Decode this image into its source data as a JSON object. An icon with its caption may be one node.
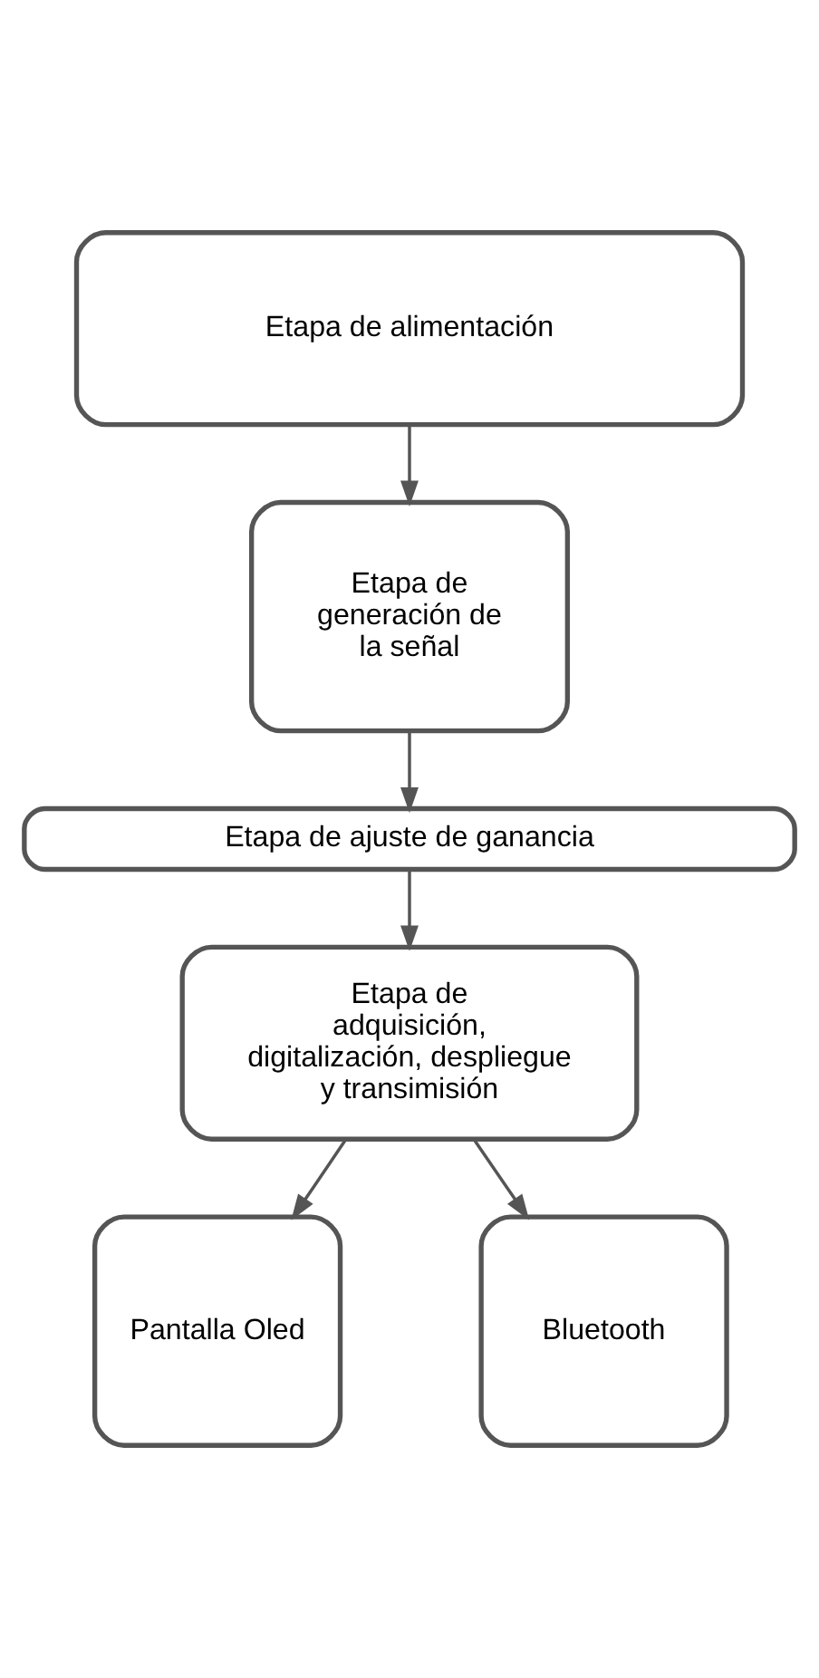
{
  "diagram": {
    "nodes": [
      {
        "text": [
          "Etapa de alimentación"
        ]
      },
      {
        "text": [
          "Etapa de generación de la señal"
        ]
      },
      {
        "text": [
          "Etapa de ajuste de ganancia"
        ]
      },
      {
        "text": [
          "Etapa de adquisición, digitalización, despliegue y transimisión"
        ]
      },
      {
        "text": [
          "Pantalla Oled"
        ]
      },
      {
        "text": [
          "Bluetooth"
        ]
      }
    ],
    "edges": [
      {
        "from": 0,
        "to": 1,
        "arrow": "to"
      },
      {
        "from": 1,
        "to": 2,
        "arrow": "to"
      },
      {
        "from": 2,
        "to": 3,
        "arrow": "to"
      },
      {
        "from": 3,
        "to": 4,
        "arrow": "to"
      },
      {
        "from": 3,
        "to": 5,
        "arrow": "to"
      }
    ]
  }
}
